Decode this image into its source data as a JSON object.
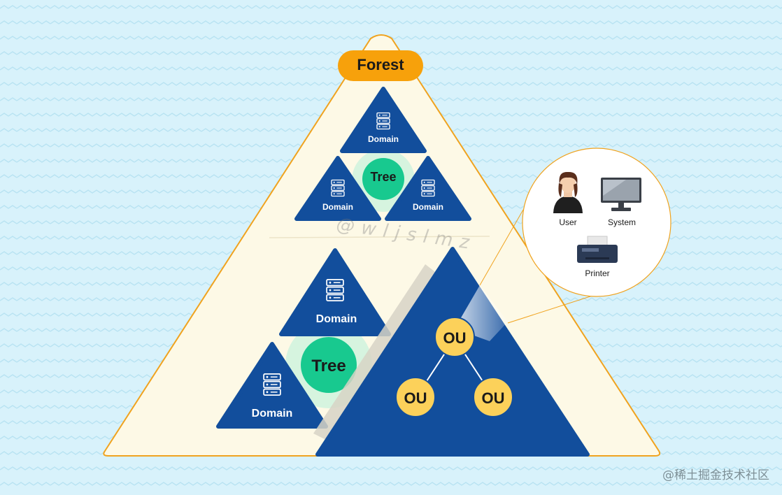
{
  "forest": {
    "label": "Forest"
  },
  "upper_tree": {
    "center_label": "Tree",
    "domains": [
      {
        "label": "Domain"
      },
      {
        "label": "Domain"
      },
      {
        "label": "Domain"
      }
    ]
  },
  "lower_tree": {
    "center_label": "Tree",
    "domains": [
      {
        "label": "Domain"
      },
      {
        "label": "Domain"
      }
    ]
  },
  "ou_tree": {
    "root": {
      "label": "OU"
    },
    "children": [
      {
        "label": "OU"
      },
      {
        "label": "OU"
      }
    ]
  },
  "objects": {
    "user": {
      "label": "User"
    },
    "system": {
      "label": "System"
    },
    "printer": {
      "label": "Printer"
    }
  },
  "watermark": "@wljslmz",
  "credit": "@稀土掘金技术社区",
  "colors": {
    "background": "#d8f2fb",
    "forest_fill": "#fdf9e6",
    "forest_stroke": "#f0a31f",
    "forest_pill": "#f7a10b",
    "domain_blue": "#124e9c",
    "tree_green": "#18c98f",
    "ou_yellow": "#fcd15a"
  }
}
